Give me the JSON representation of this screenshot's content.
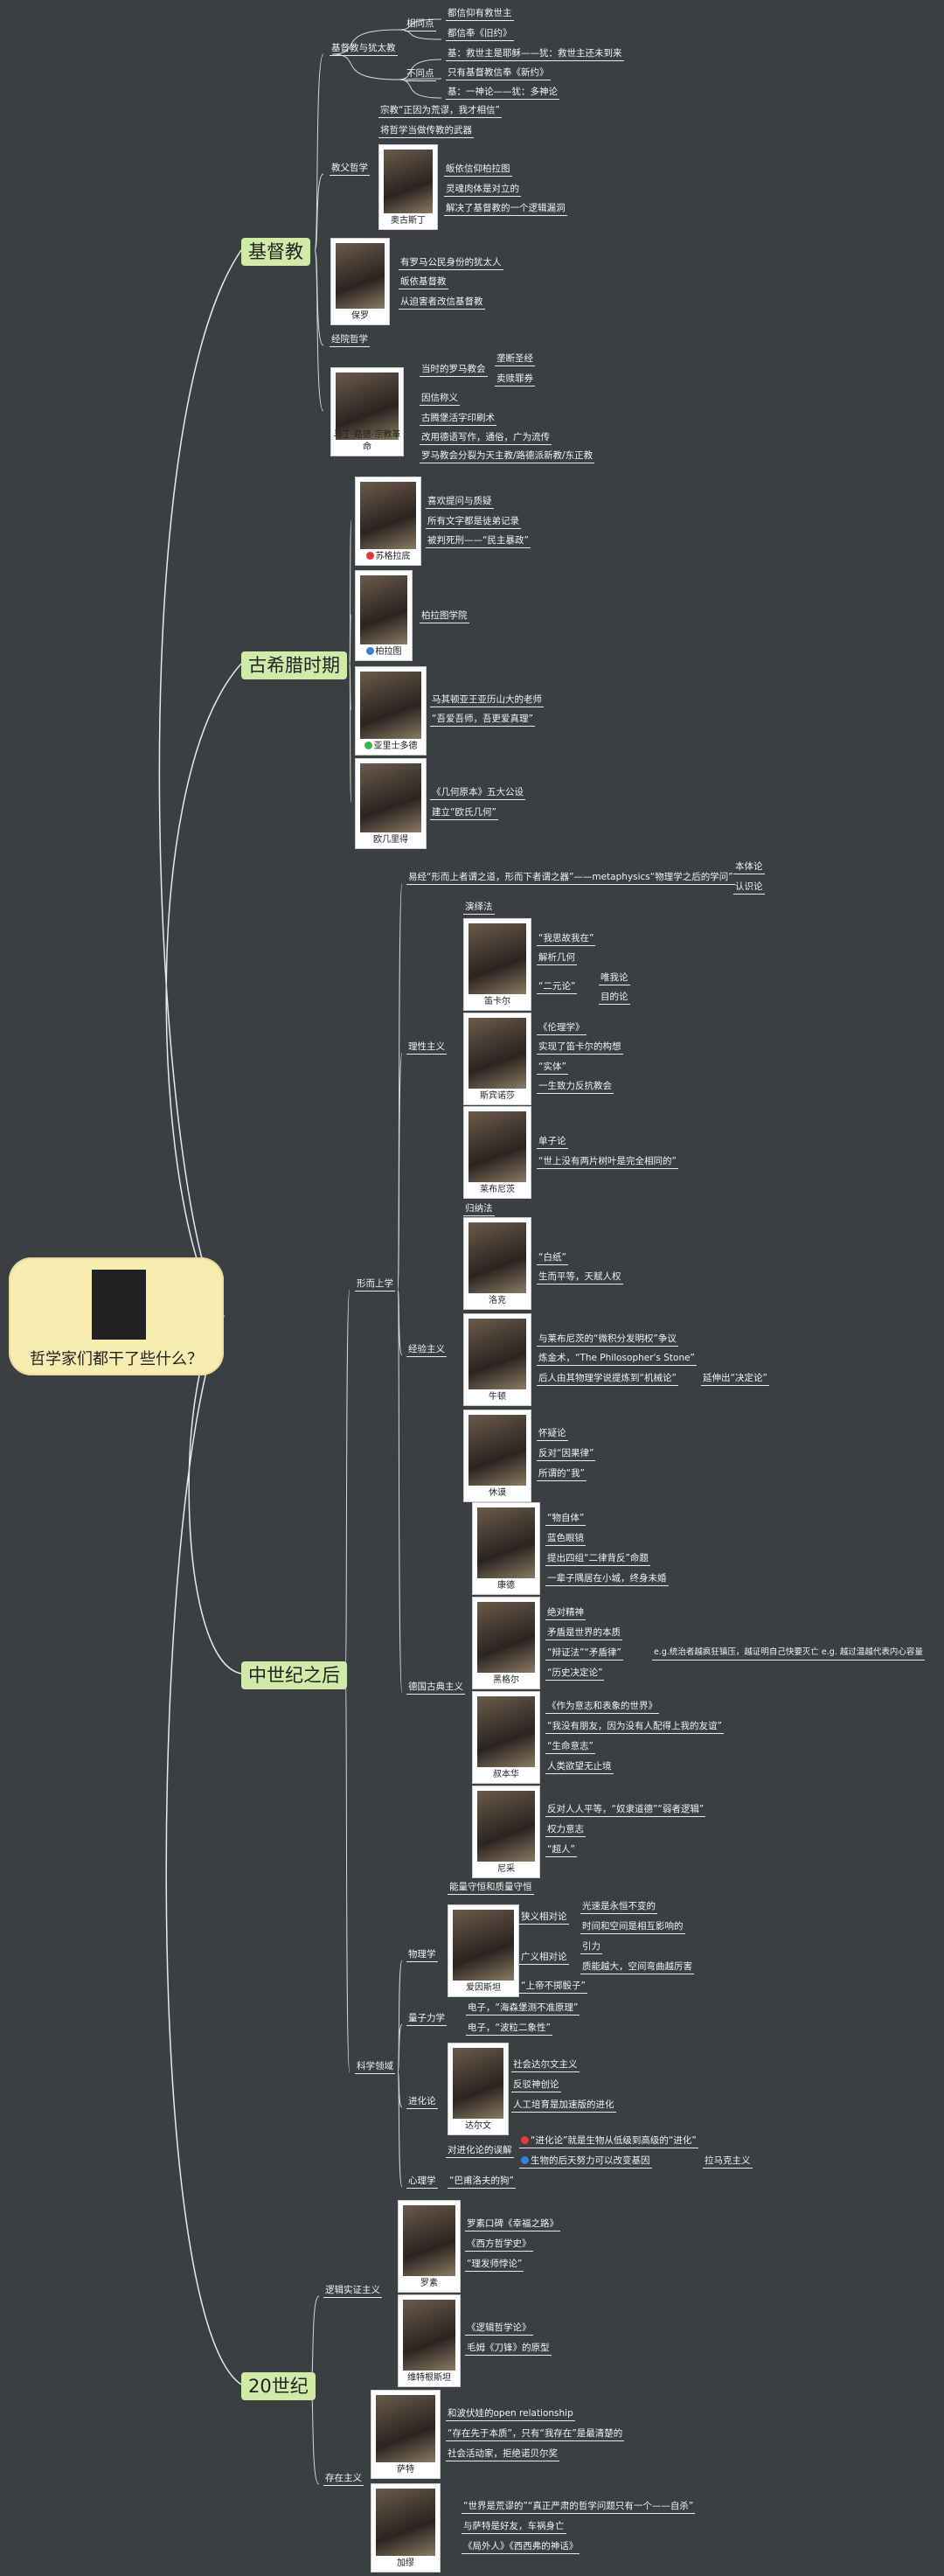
{
  "root": {
    "title": "哲学家们都干了些什么？"
  },
  "branches": {
    "christianity": "基督教",
    "greece": "古希腊时期",
    "after_medieval": "中世纪之后",
    "century20": "20世纪"
  },
  "christ": {
    "jew_vs_christ": "基督教与犹太教",
    "same": "相同点",
    "same_1": "都信仰有救世主",
    "same_2": "都信奉《旧约》",
    "diff_1": "基：救世主是耶稣——犹：救世主还未到来",
    "diff": "不同点",
    "diff_2": "只有基督教信奉《新约》",
    "diff_3": "基：一神论——犹：多神论",
    "doctrine": "教父哲学",
    "doc_1": "宗教“正因为荒谬，我才相信”",
    "doc_2": "将哲学当做传教的武器",
    "doc_3": "皈依信仰柏拉图",
    "doc_4": "灵魂肉体是对立的",
    "doc_5": "解决了基督教的一个逻辑漏洞",
    "augustine": "奥古斯丁",
    "paul": "保罗",
    "paul_1": "有罗马公民身份的犹太人",
    "paul_2": "皈依基督教",
    "paul_3": "从迫害者改信基督教",
    "scholastic": "经院哲学",
    "luther_1": "当时的罗马教会",
    "luther_1a": "垄断圣经",
    "luther_1b": "卖赎罪券",
    "luther_2": "因信称义",
    "luther_3": "古腾堡活字印刷术",
    "luther_4": "改用德语写作，通俗，广为流传",
    "luther_5": "罗马教会分裂为天主教/路德派新教/东正教",
    "luther": "马丁·路德-宗教革命"
  },
  "greek": {
    "socrates_1": "喜欢提问与质疑",
    "socrates_2": "所有文字都是徒弟记录",
    "socrates_3": "被判死刑——“民主暴政”",
    "socrates": "苏格拉底",
    "plato_1": "柏拉图学院",
    "plato": "柏拉图",
    "aristotle_1": "马其顿亚王亚历山大的老师",
    "aristotle_2": "“吾爱吾师，吾更爱真理”",
    "aristotle": "亚里士多德",
    "euclid_1": "《几何原本》五大公设",
    "euclid_2": "建立“欧氏几何”",
    "euclid": "欧几里得"
  },
  "medieval": {
    "metaphysics": "形而上学",
    "meta_def": "易经“形而上者谓之道，形而下者谓之器”——metaphysics“物理学之后的学问”",
    "ontology": "本体论",
    "epistemology": "认识论",
    "rationalism": "理性主义",
    "deduction": "演绎法",
    "descartes_1": "“我思故我在”",
    "descartes_2": "解析几何",
    "descartes_3": "“二元论”",
    "descartes_3a": "唯我论",
    "descartes_3b": "目的论",
    "descartes": "笛卡尔",
    "spinoza_1": "《伦理学》",
    "spinoza_2": "实现了笛卡尔的构想",
    "spinoza_3": "“实体”",
    "spinoza_4": "一生致力反抗教会",
    "spinoza": "斯宾诺莎",
    "leibniz_1": "单子论",
    "leibniz_2": "“世上没有两片树叶是完全相同的”",
    "leibniz": "莱布尼茨",
    "empiricism": "经验主义",
    "induction": "归纳法",
    "locke_1": "“白纸”",
    "locke_2": "生而平等，天赋人权",
    "locke": "洛克",
    "newton_1": "与莱布尼茨的“微积分发明权”争议",
    "newton_2": "炼金术，“The Philosopher's Stone”",
    "newton_3": "后人由其物理学说提炼到“机械论”",
    "newton_3a": "延伸出“决定论”",
    "newton": "牛顿",
    "hume_1": "怀疑论",
    "hume_2": "反对“因果律”",
    "hume_3": "所谓的“我”",
    "hume": "休谟",
    "german": "德国古典主义",
    "kant_1": "“物自体”",
    "kant_2": "蓝色眼镜",
    "kant_3": "提出四组“二律背反”命题",
    "kant_4": "一辈子隅居在小城，终身未婚",
    "kant": "康德",
    "hegel_1": "绝对精神",
    "hegel_2": "矛盾是世界的本质",
    "hegel_3": "“辩证法”“矛盾律”",
    "hegel_3a": "e.g.统治者越疯狂镇压，越证明自己快要灭亡 e.g. 越过温越代表内心容量",
    "hegel_4": "“历史决定论”",
    "hegel": "黑格尔",
    "schop_1": "《作为意志和表象的世界》",
    "schop_2": "“我没有朋友，因为没有人配得上我的友谊”",
    "schop_3": "“生命意志”",
    "schop_4": "人类欲望无止境",
    "schop": "叔本华",
    "nietzsche_1": "反对人人平等，“奴隶道德”“弱者逻辑”",
    "nietzsche_2": "权力意志",
    "nietzsche_3": "“超人”",
    "nietzsche": "尼采",
    "science": "科学领域",
    "physics": "物理学",
    "energy": "能量守恒和质量守恒",
    "einstein_1": "狭义相对论",
    "einstein_1a": "光速是永恒不变的",
    "einstein_1b": "时间和空间是相互影响的",
    "einstein_2": "广义相对论",
    "einstein_2a": "引力",
    "einstein_2b": "质能越大，空间弯曲越厉害",
    "einstein_3": "“上帝不掷骰子”",
    "einstein": "爱因斯坦",
    "quantum": "量子力学",
    "quantum_1": "电子，“海森堡测不准原理”",
    "quantum_2": "电子，“波粒二象性”",
    "evolution": "进化论",
    "darwin_1": "社会达尔文主义",
    "darwin_2": "反驳神创论",
    "darwin_3": "人工培育是加速版的进化",
    "darwin": "达尔文",
    "misread": "对进化论的误解",
    "misread_1": "“进化论”就是生物从低级到高级的“进化”",
    "misread_2": "生物的后天努力可以改变基因",
    "misread_2a": "拉马克主义",
    "psychology": "心理学",
    "psych_1": "“巴甫洛夫的狗”"
  },
  "c20": {
    "logical": "逻辑实证主义",
    "russell_1": "罗素口碑《幸福之路》",
    "russell_2": "《西方哲学史》",
    "russell_3": "“理发师悖论”",
    "russell": "罗素",
    "witt_1": "《逻辑哲学论》",
    "witt_2": "毛姆《刀锋》的原型",
    "witt": "维特根斯坦",
    "existential": "存在主义",
    "sartre_1": "和波伏娃的open relationship",
    "sartre_2": "“存在先于本质”，只有“我存在”是最清楚的",
    "sartre_3": "社会活动家，拒绝诺贝尔奖",
    "sartre": "萨特",
    "camus_1": "“世界是荒谬的”“真正严肃的哲学问题只有一个——自杀”",
    "camus_2": "与萨特是好友，车祸身亡",
    "camus_3": "《局外人》《西西弗的神话》",
    "camus": "加缪"
  },
  "colors": {
    "background": "#3a3f42",
    "branch": "#cfeaa9",
    "root": "#f8edb1",
    "line": "#e9e9e9"
  }
}
